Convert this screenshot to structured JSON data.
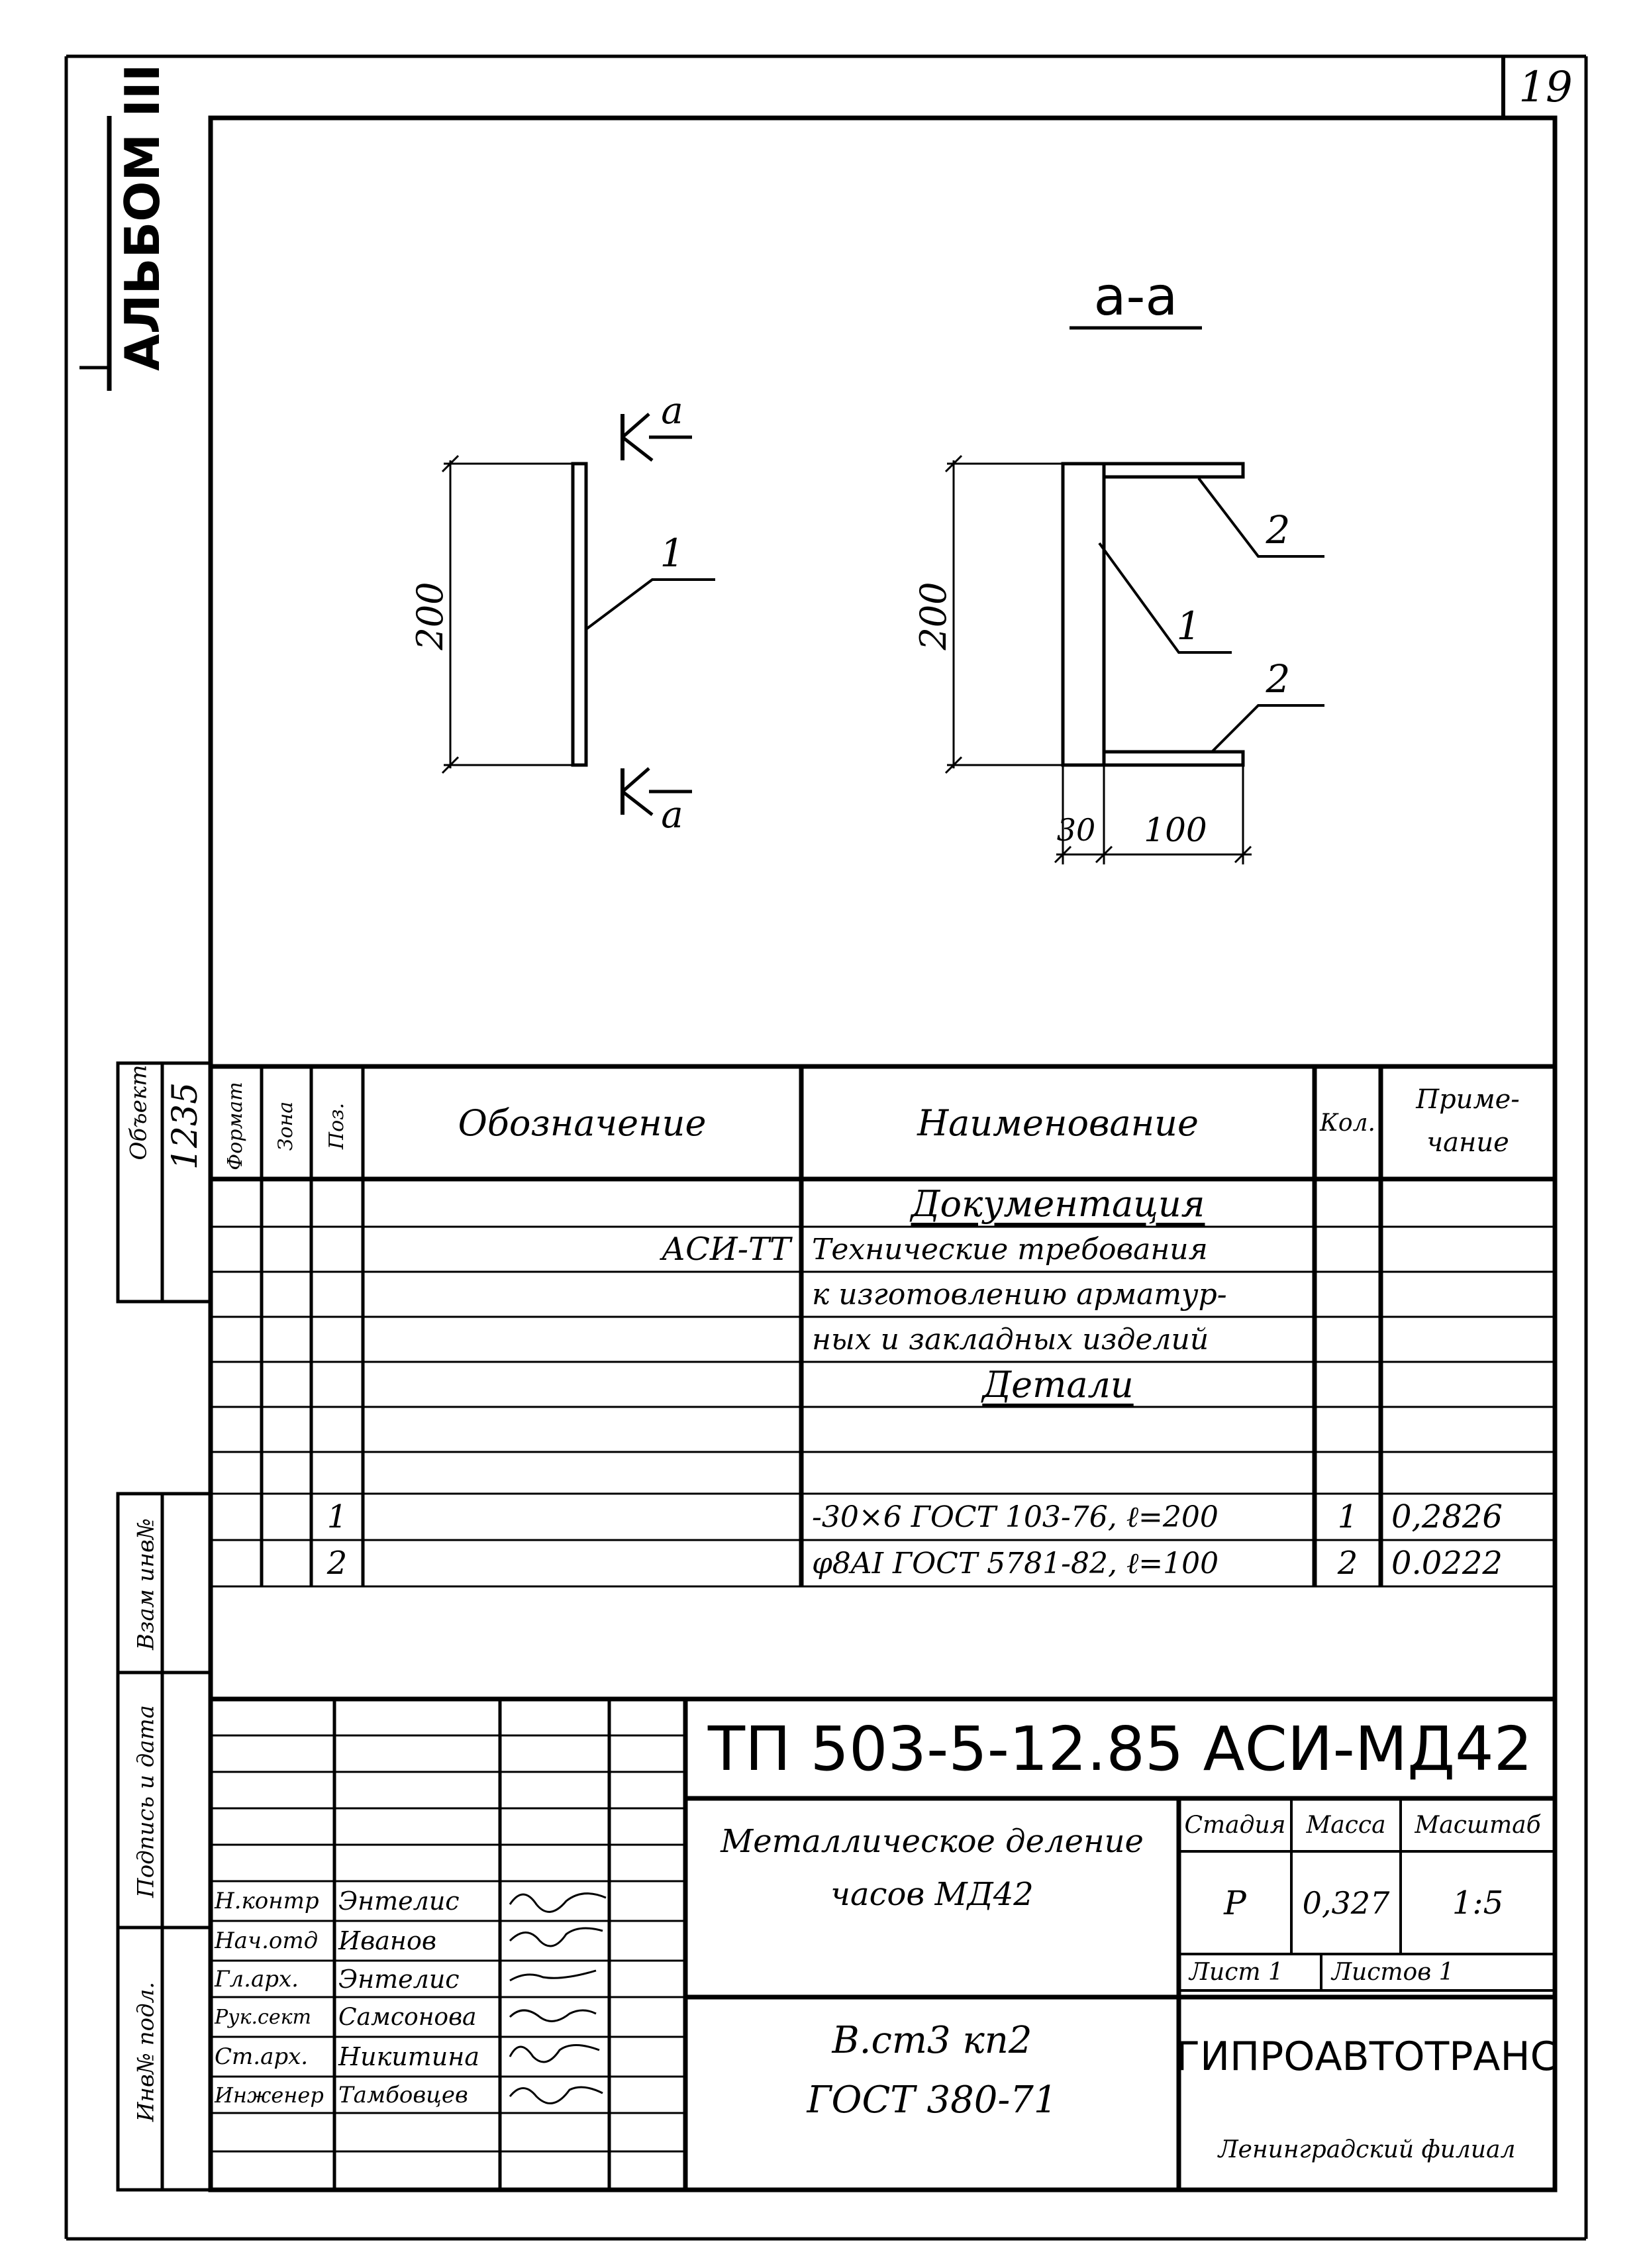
{
  "sheet_number": "19",
  "album_label": "АЛЬБОМ III",
  "drawing": {
    "section_label": "а-а",
    "cut_mark_letter": "а",
    "left_view": {
      "dimension": "200",
      "leader_pos": "1"
    },
    "right_view": {
      "dimension_height": "200",
      "dimension_30": "30",
      "dimension_100": "100",
      "leader_pos_1": "1",
      "leader_pos_2_top": "2",
      "leader_pos_2_bottom": "2"
    }
  },
  "side_stamps": {
    "object_label": "Объект",
    "object_value": "1235",
    "vzam_label": "Взам инв№",
    "podpis_label": "Подпись и дата",
    "inv_label": "Инв№ подл."
  },
  "spec_table": {
    "headers": {
      "format": "Формат",
      "zone": "Зона",
      "pos": "Поз.",
      "designation": "Обозначение",
      "name": "Наименование",
      "qty": "Кол.",
      "note_line1": "Приме-",
      "note_line2": "чание"
    },
    "section_documentation": "Документация",
    "doc_designation": "АСИ-ТТ",
    "doc_name_lines": [
      "Технические требования",
      "к изготовлению арматур-",
      "ных и закладных изделий"
    ],
    "section_details": "Детали",
    "rows": [
      {
        "pos": "1",
        "name": "-30×6 ГОСТ 103-76, ℓ=200",
        "qty": "1",
        "note": "0,2826"
      },
      {
        "pos": "2",
        "name": "φ8AI ГОСТ 5781-82, ℓ=100",
        "qty": "2",
        "note": "0.0222"
      }
    ]
  },
  "title_block": {
    "code": "ТП 503-5-12.85 АСИ-МД42",
    "item_name_line1": "Металлическое деление",
    "item_name_line2": "часов МД42",
    "material_line1": "В.ст3 кп2",
    "material_line2": "ГОСТ 380-71",
    "stage_label": "Стадия",
    "mass_label": "Масса",
    "scale_label": "Масштаб",
    "stage_value": "Р",
    "mass_value": "0,327",
    "scale_value": "1:5",
    "sheet_label": "Лист 1",
    "sheets_label": "Листов 1",
    "org_name": "ГИПРОАВТОТРАНС",
    "org_branch": "Ленинградский филиал",
    "signatures": [
      {
        "role": "Н.контр",
        "name": "Энтелис"
      },
      {
        "role": "Нач.отд",
        "name": "Иванов"
      },
      {
        "role": "Гл.арх.",
        "name": "Энтелис"
      },
      {
        "role": "Рук.сект",
        "name": "Самсонова"
      },
      {
        "role": "Ст.арх.",
        "name": "Никитина"
      },
      {
        "role": "Инженер",
        "name": "Тамбовцев"
      }
    ]
  }
}
